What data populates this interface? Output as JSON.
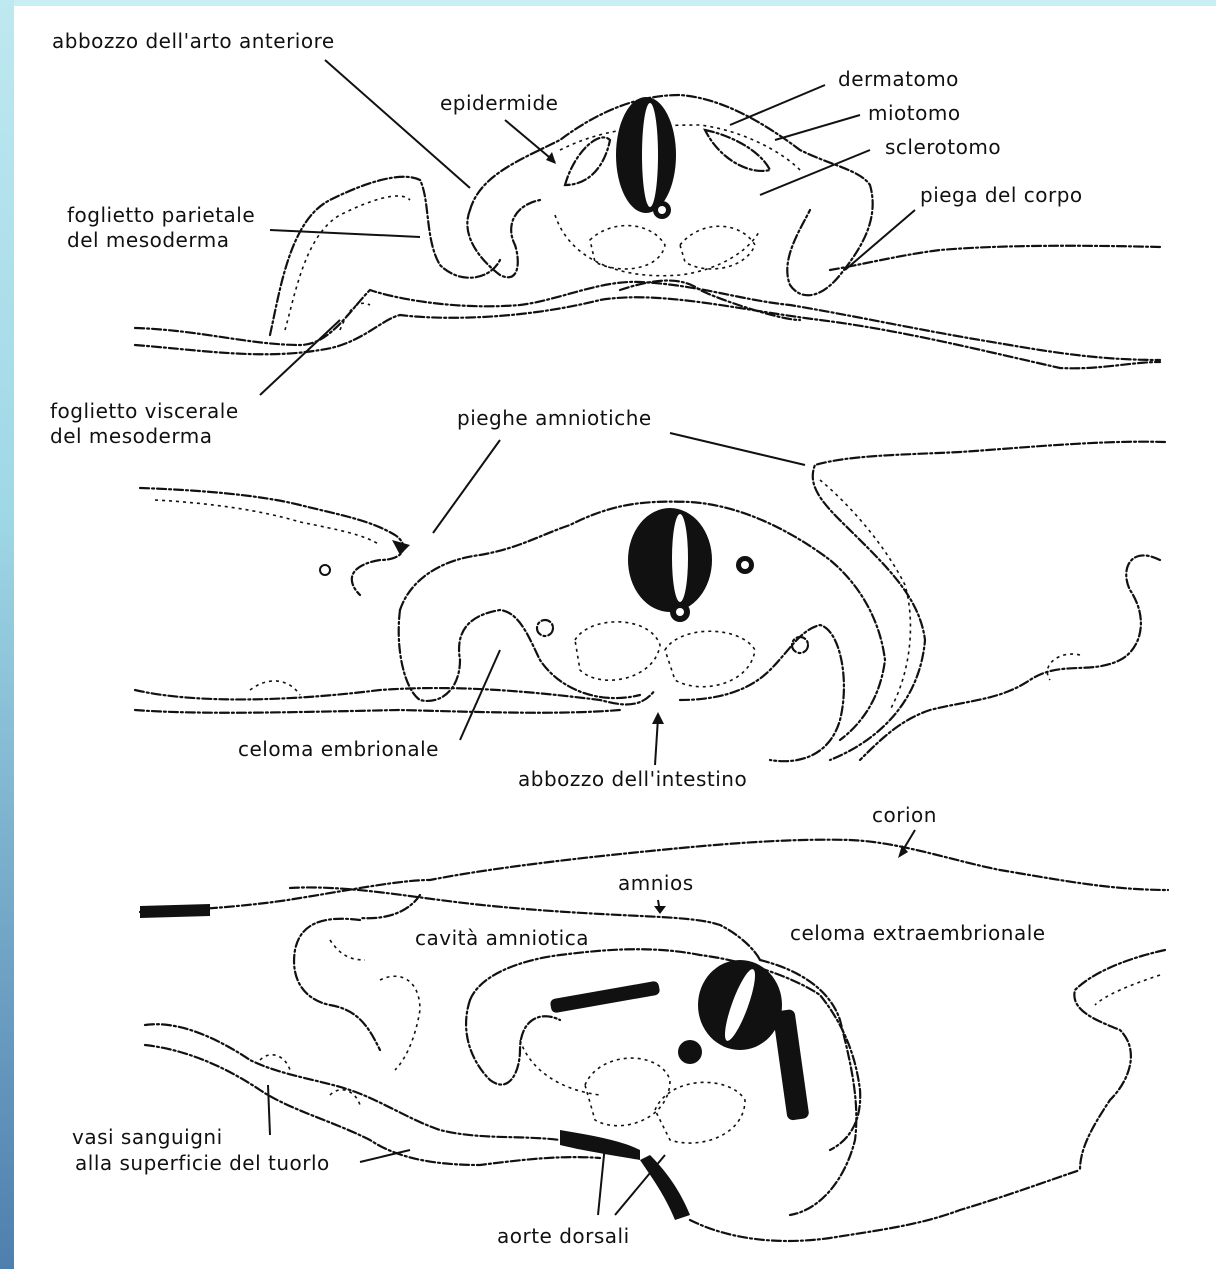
{
  "labels": {
    "abbozzo_arto_anteriore": "abbozzo dell'arto anteriore",
    "epidermide": "epidermide",
    "dermatomo": "dermatomo",
    "miotomo": "miotomo",
    "sclerotomo": "sclerotomo",
    "piega_del_corpo": "piega del corpo",
    "foglietto_parietale_1": "foglietto parietale",
    "foglietto_parietale_2": "del mesoderma",
    "foglietto_viscerale_1": "foglietto viscerale",
    "foglietto_viscerale_2": "del mesoderma",
    "pieghe_amniotiche": "pieghe amniotiche",
    "celoma_embrionale": "celoma embrionale",
    "abbozzo_intestino": "abbozzo dell'intestino",
    "corion": "corion",
    "amnios": "amnios",
    "cavita_amniotica": "cavità amniotica",
    "celoma_extraembrionale": "celoma extraembrionale",
    "vasi_sanguigni_1": "vasi sanguigni",
    "vasi_sanguigni_2": "alla superficie del tuorlo",
    "aorte_dorsali": "aorte dorsali"
  },
  "colors": {
    "ink": "#111111",
    "background": "#ffffff",
    "edge_top": "#c9eef4",
    "edge_bottom": "#4f7fae"
  }
}
